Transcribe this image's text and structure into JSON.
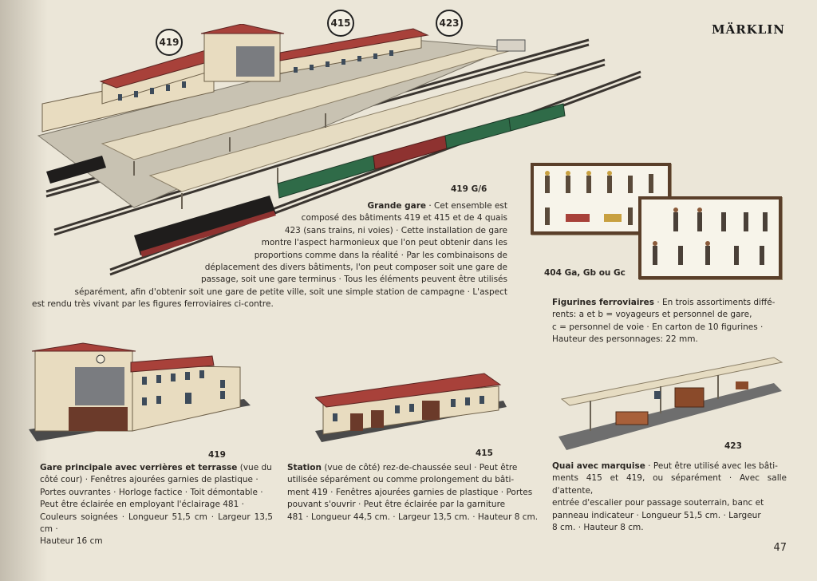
{
  "brand": "MÄRKLIN",
  "page_number": "47",
  "callouts": [
    "419",
    "415",
    "423"
  ],
  "grande_gare": {
    "code": "419 G/6",
    "title": "Grande gare",
    "lines": [
      "· Cet ensemble est",
      "composé des bâtiments 419 et 415 et de 4 quais",
      "423 (sans trains, ni voies) · Cette installation de gare",
      "montre l'aspect harmonieux que l'on peut obtenir dans les",
      "proportions comme dans la réalité · Par les combinaisons de",
      "déplacement des divers bâtiments, l'on peut composer soit une gare de",
      "passage, soit une gare terminus · Tous les éléments peuvent être utilisés",
      "séparément, afin d'obtenir soit une gare de petite ville, soit une simple station de campagne · L'aspect",
      "est rendu très vivant par les figures ferroviaires ci-contre."
    ]
  },
  "figurines": {
    "code": "404 Ga, Gb ou Gc",
    "title": "Figurines ferroviaires",
    "lines": [
      "· En trois assortiments diffé-",
      "rents: a et b = voyageurs et personnel de gare,",
      "c = personnel de voie · En carton de 10 figurines ·",
      "Hauteur des personnages: 22 mm."
    ]
  },
  "gare_principale": {
    "code": "419",
    "title": "Gare principale avec verrières et terrasse",
    "lines": [
      " (vue du",
      "côté cour) · Fenêtres ajourées garnies de plastique ·",
      "Portes ouvrantes · Horloge factice · Toit démontable ·",
      "Peut être éclairée en employant l'éclairage 481 ·",
      "Couleurs soignées · Longueur 51,5 cm · Largeur 13,5 cm ·",
      "Hauteur 16 cm"
    ]
  },
  "station": {
    "code": "415",
    "title": "Station",
    "lines": [
      " (vue de côté) rez-de-chaussée seul · Peut être",
      "utilisée séparément ou comme prolongement du bâti-",
      "ment 419 · Fenêtres ajourées garnies de plastique · Portes",
      "pouvant s'ouvrir · Peut être éclairée par la garniture",
      "481 · Longueur 44,5 cm. · Largeur 13,5 cm. · Hauteur 8 cm."
    ]
  },
  "quai": {
    "code": "423",
    "title": "Quai avec marquise",
    "lines": [
      " · Peut être utilisé avec les bâti-",
      "ments 415 et 419, ou séparément · Avec salle d'attente,",
      "entrée d'escalier pour passage souterrain, banc et",
      "panneau indicateur · Longueur 51,5 cm. · Largeur",
      "8 cm. · Hauteur 8 cm."
    ]
  },
  "colors": {
    "roof": "#a8413a",
    "wall": "#e8dcc0",
    "canopy": "#e6dcc2",
    "track": "#3a3530",
    "train_green": "#2f6b48",
    "train_red": "#8e3230",
    "frame": "#5a3f2a"
  }
}
